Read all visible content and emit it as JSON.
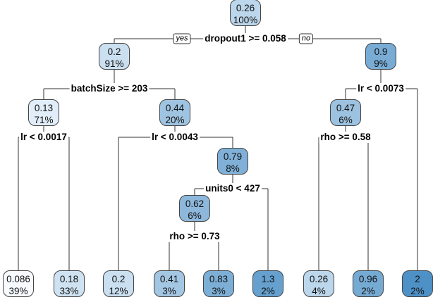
{
  "palette": {
    "low": "#f7fbff",
    "high": "#4e91c6",
    "edge": "#333333"
  },
  "root_labels": {
    "yes": "yes",
    "no": "no"
  },
  "nodes": [
    {
      "id": "n1",
      "value": "0.26",
      "percent": "100%"
    },
    {
      "id": "n2",
      "value": "0.2",
      "percent": "91%"
    },
    {
      "id": "n3",
      "value": "0.9",
      "percent": "9%"
    },
    {
      "id": "n4",
      "value": "0.13",
      "percent": "71%"
    },
    {
      "id": "n5",
      "value": "0.44",
      "percent": "20%"
    },
    {
      "id": "n6",
      "value": "0.47",
      "percent": "6%"
    },
    {
      "id": "n7",
      "value": "0.79",
      "percent": "8%"
    },
    {
      "id": "n8",
      "value": "0.62",
      "percent": "6%"
    },
    {
      "id": "l1",
      "value": "0.086",
      "percent": "39%"
    },
    {
      "id": "l2",
      "value": "0.18",
      "percent": "33%"
    },
    {
      "id": "l3",
      "value": "0.2",
      "percent": "12%"
    },
    {
      "id": "l4",
      "value": "0.41",
      "percent": "3%"
    },
    {
      "id": "l5",
      "value": "0.83",
      "percent": "3%"
    },
    {
      "id": "l6",
      "value": "1.3",
      "percent": "2%"
    },
    {
      "id": "l7",
      "value": "0.26",
      "percent": "4%"
    },
    {
      "id": "l8",
      "value": "0.96",
      "percent": "2%"
    },
    {
      "id": "l9",
      "value": "2",
      "percent": "2%"
    }
  ],
  "splits": [
    {
      "id": "s1",
      "label": "dropout1 >= 0.058"
    },
    {
      "id": "s2",
      "label": "batchSize >= 203"
    },
    {
      "id": "s3",
      "label": "lr < 0.0073"
    },
    {
      "id": "s4",
      "label": "lr < 0.0017"
    },
    {
      "id": "s5",
      "label": "lr < 0.0043"
    },
    {
      "id": "s6",
      "label": "rho >= 0.58"
    },
    {
      "id": "s7",
      "label": "units0 < 427"
    },
    {
      "id": "s8",
      "label": "rho >= 0.73"
    }
  ]
}
